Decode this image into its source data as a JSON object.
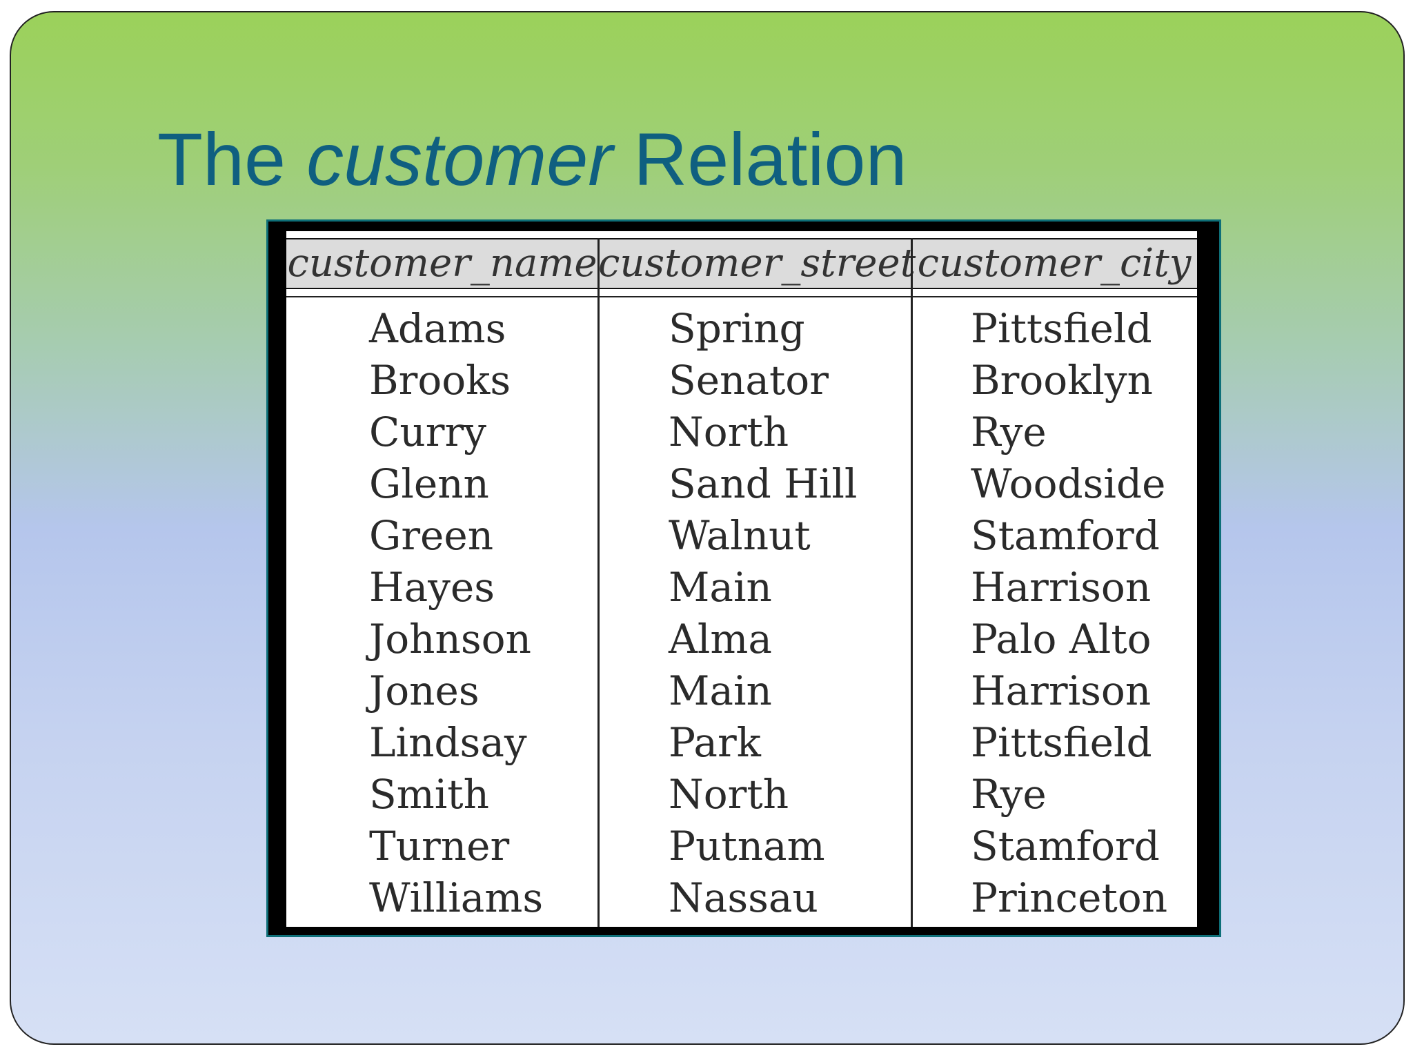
{
  "slide": {
    "title_prefix": "The ",
    "title_italic": "customer",
    "title_suffix": " Relation"
  },
  "table": {
    "columns": [
      "customer_name",
      "customer_street",
      "customer_city"
    ],
    "rows": [
      [
        "Adams",
        "Spring",
        "Pittsfield"
      ],
      [
        "Brooks",
        "Senator",
        "Brooklyn"
      ],
      [
        "Curry",
        "North",
        "Rye"
      ],
      [
        "Glenn",
        "Sand Hill",
        "Woodside"
      ],
      [
        "Green",
        "Walnut",
        "Stamford"
      ],
      [
        "Hayes",
        "Main",
        "Harrison"
      ],
      [
        "Johnson",
        "Alma",
        "Palo Alto"
      ],
      [
        "Jones",
        "Main",
        "Harrison"
      ],
      [
        "Lindsay",
        "Park",
        "Pittsfield"
      ],
      [
        "Smith",
        "North",
        "Rye"
      ],
      [
        "Turner",
        "Putnam",
        "Stamford"
      ],
      [
        "Williams",
        "Nassau",
        "Princeton"
      ]
    ]
  }
}
